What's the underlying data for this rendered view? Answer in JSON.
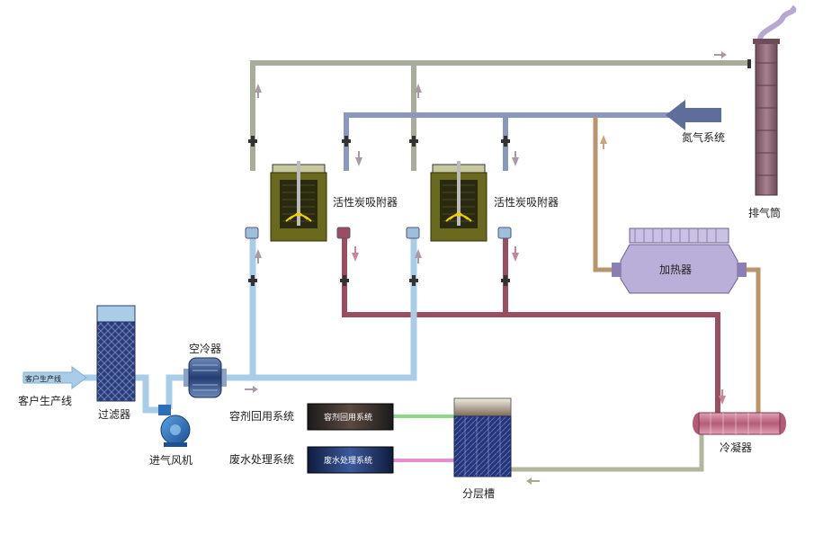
{
  "labels": {
    "customer_line_inner": "客户生产线",
    "customer_line": "客户生产线",
    "filter": "过滤器",
    "fan": "进气风机",
    "air_cooler": "空冷器",
    "adsorber_1": "活性炭吸附器",
    "adsorber_2": "活性炭吸附器",
    "nitrogen": "氮气系统",
    "stack": "排气筒",
    "heater": "加热器",
    "condenser": "冷凝器",
    "separator": "分层槽",
    "solvent_recovery_box": "容剂回用系统",
    "solvent_recovery": "容剂回用系统",
    "wastewater_box": "废水处理系统",
    "wastewater": "废水处理系统"
  },
  "colors": {
    "air_pipe": "#a9cde6",
    "gray_pipe": "#a7ad9a",
    "blue_pipe": "#8b98bd",
    "hot_pipe": "#9a4e60",
    "heater_pipe": "#b8956a",
    "condensate_pipe": "#b3b69d",
    "adsorber_body": "#6a6a1f",
    "stack_body": "#8f6775",
    "heater_body": "#b9afd8",
    "filter_body": "#2b3d79",
    "fan_body": "#2d6fb6",
    "arrow_gray": "#aa9aa8",
    "arrow_pink": "#c7859a"
  }
}
